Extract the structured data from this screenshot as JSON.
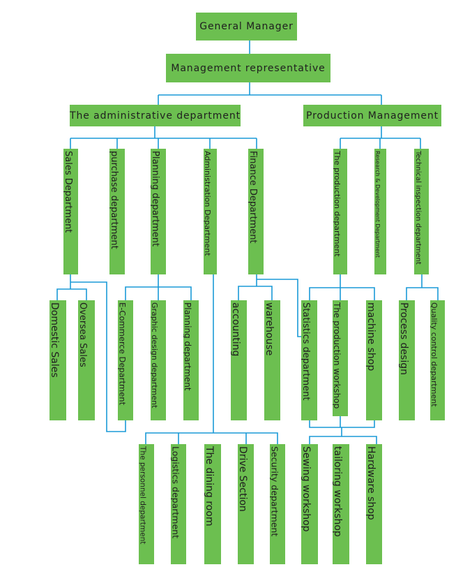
{
  "colors": {
    "node_fill": "#6cbf50",
    "connector": "#1a9ad7",
    "text": "#1f1f1f"
  },
  "nodes": {
    "gm": "General Manager",
    "mrep": "Management representative",
    "admin": "The administrative department",
    "prodmgmt": "Production Management",
    "sales": "Sales Department",
    "purchase": "purchase department",
    "planning": "Planning department",
    "administration": "Administration Department",
    "finance": "Finance Department",
    "production": "The production department",
    "rnd": "Research & Development Department",
    "techinsp": "Technical inspection department",
    "domestic": "Domestic Sales",
    "oversea": "Oversea Sales",
    "ecommerce": "E-Commerce Department",
    "graphic": "Graphic design department",
    "planning2": "Planning department",
    "accounting": "accounting",
    "warehouse": "warehouse",
    "statistics": "Statistics department",
    "prodworkshop": "The production workshop",
    "machine": "machine shop",
    "process": "Process design",
    "quality": "Quality control department",
    "personnel": "The personnel department",
    "logistics": "Logistics department",
    "dining": "The dining room",
    "drive": "Drive Section",
    "security": "Security department",
    "sewing": "Sewing workshop",
    "tailoring": "tailoring workshop",
    "hardware": "Hardware shop"
  }
}
